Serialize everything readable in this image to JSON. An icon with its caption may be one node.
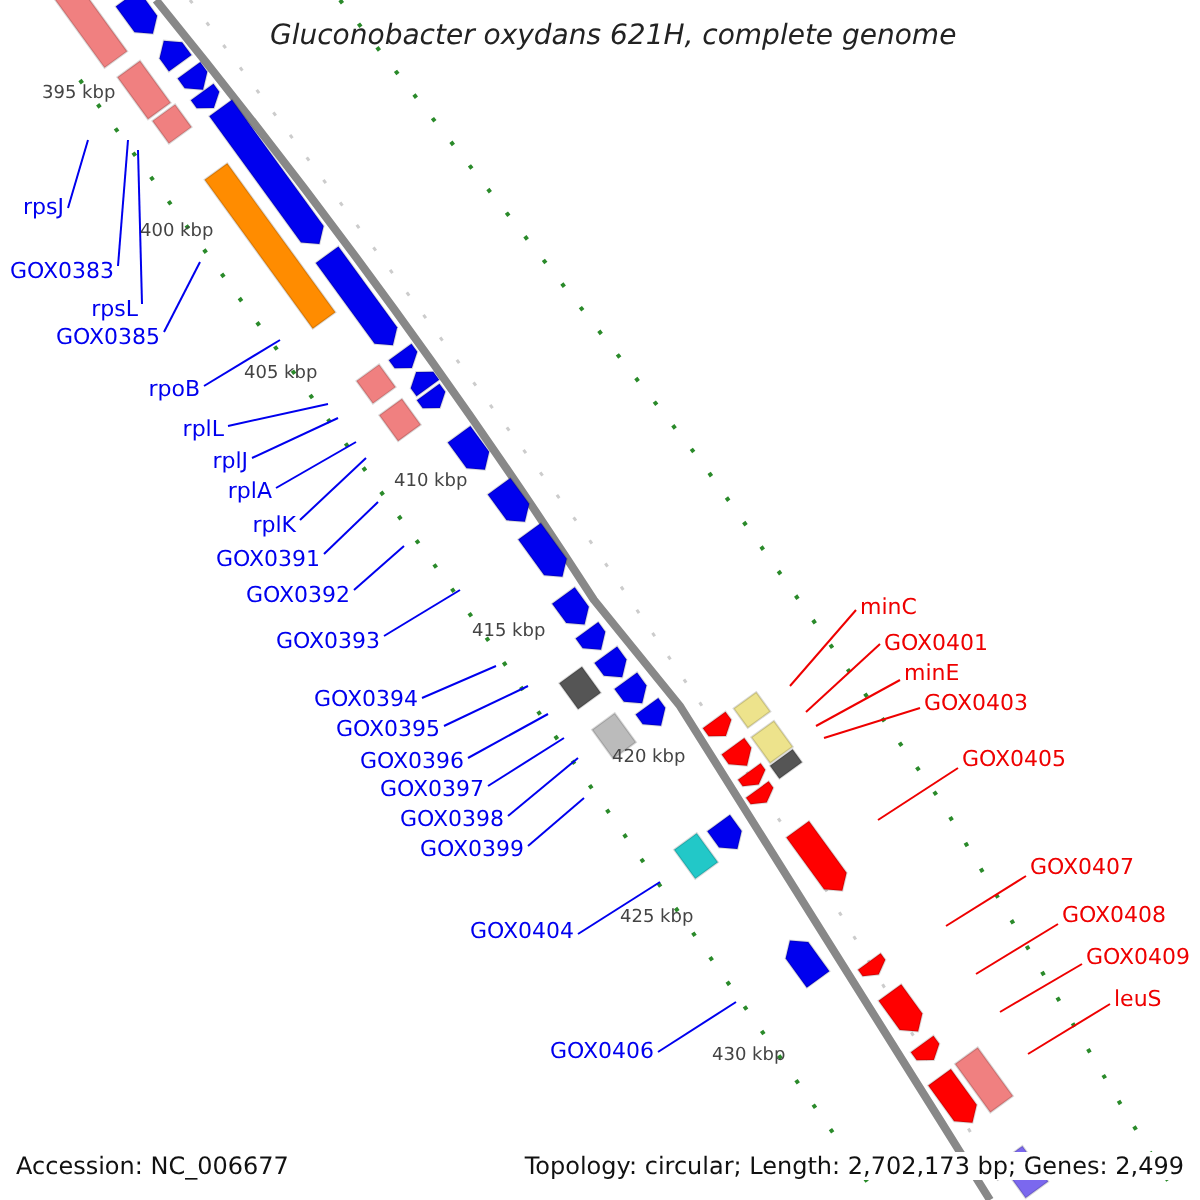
{
  "diagram": {
    "title": "Gluconobacter oxydans 621H, complete genome",
    "nodes": [
      {
        "text": [
          "rpsJ"
        ]
      },
      {
        "text": [
          "GOX0383"
        ]
      },
      {
        "text": [
          "rpsL"
        ]
      },
      {
        "text": [
          "GOX0385"
        ]
      },
      {
        "text": [
          "rpoB"
        ]
      },
      {
        "text": [
          "rplL"
        ]
      },
      {
        "text": [
          "rplJ"
        ]
      },
      {
        "text": [
          "rplA"
        ]
      },
      {
        "text": [
          "rplK"
        ]
      },
      {
        "text": [
          "GOX0391"
        ]
      },
      {
        "text": [
          "GOX0392"
        ]
      },
      {
        "text": [
          "GOX0393"
        ]
      },
      {
        "text": [
          "GOX0394"
        ]
      },
      {
        "text": [
          "GOX0395"
        ]
      },
      {
        "text": [
          "GOX0396"
        ]
      },
      {
        "text": [
          "GOX0397"
        ]
      },
      {
        "text": [
          "GOX0398"
        ]
      },
      {
        "text": [
          "GOX0399"
        ]
      },
      {
        "text": [
          "GOX0404"
        ]
      },
      {
        "text": [
          "GOX0406"
        ]
      },
      {
        "text": [
          "minC"
        ]
      },
      {
        "text": [
          "GOX0401"
        ]
      },
      {
        "text": [
          "minE"
        ]
      },
      {
        "text": [
          "GOX0403"
        ]
      },
      {
        "text": [
          "GOX0405"
        ]
      },
      {
        "text": [
          "GOX0407"
        ]
      },
      {
        "text": [
          "GOX0408"
        ]
      },
      {
        "text": [
          "GOX0409"
        ]
      },
      {
        "text": [
          "leuS"
        ]
      }
    ],
    "edges": [
      {
        "from": 0,
        "to": null,
        "arrow": "none"
      },
      {
        "from": 1,
        "to": null,
        "arrow": "none"
      },
      {
        "from": 2,
        "to": null,
        "arrow": "none"
      },
      {
        "from": 3,
        "to": null,
        "arrow": "none"
      },
      {
        "from": 4,
        "to": null,
        "arrow": "none"
      },
      {
        "from": 5,
        "to": null,
        "arrow": "none"
      },
      {
        "from": 6,
        "to": null,
        "arrow": "none"
      },
      {
        "from": 7,
        "to": null,
        "arrow": "none"
      },
      {
        "from": 8,
        "to": null,
        "arrow": "none"
      },
      {
        "from": 9,
        "to": null,
        "arrow": "none"
      },
      {
        "from": 10,
        "to": null,
        "arrow": "none"
      },
      {
        "from": 11,
        "to": null,
        "arrow": "none"
      },
      {
        "from": 12,
        "to": null,
        "arrow": "none"
      },
      {
        "from": 13,
        "to": null,
        "arrow": "none"
      },
      {
        "from": 14,
        "to": null,
        "arrow": "none"
      },
      {
        "from": 15,
        "to": null,
        "arrow": "none"
      },
      {
        "from": 16,
        "to": null,
        "arrow": "none"
      },
      {
        "from": 17,
        "to": null,
        "arrow": "none"
      },
      {
        "from": 18,
        "to": null,
        "arrow": "none"
      },
      {
        "from": 19,
        "to": null,
        "arrow": "none"
      },
      {
        "from": 20,
        "to": null,
        "arrow": "none",
        "color": "#ee0000"
      },
      {
        "from": 21,
        "to": null,
        "arrow": "none",
        "color": "#ee0000"
      },
      {
        "from": 22,
        "to": null,
        "arrow": "none",
        "color": "#ee0000"
      },
      {
        "from": 23,
        "to": null,
        "arrow": "none",
        "color": "#ee0000"
      },
      {
        "from": 24,
        "to": null,
        "arrow": "none",
        "color": "#ee0000"
      },
      {
        "from": 25,
        "to": null,
        "arrow": "none",
        "color": "#ee0000"
      },
      {
        "from": 26,
        "to": null,
        "arrow": "none",
        "color": "#ee0000"
      },
      {
        "from": 27,
        "to": null,
        "arrow": "none",
        "color": "#ee0000"
      },
      {
        "from": 28,
        "to": null,
        "arrow": "none",
        "color": "#ee0000"
      }
    ],
    "labels": [
      "395 kbp",
      "400 kbp",
      "405 kbp",
      "410 kbp",
      "415 kbp",
      "420 kbp",
      "425 kbp",
      "430 kbp",
      "Accession: NC_006677",
      "Topology: circular; Length: 2,702,173 bp; Genes: 2,499"
    ]
  }
}
